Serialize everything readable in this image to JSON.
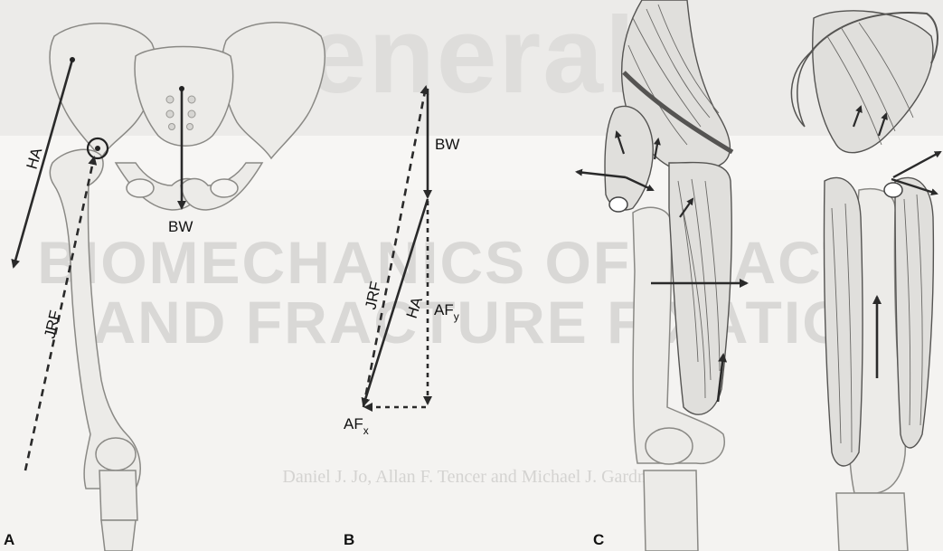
{
  "watermark": {
    "title_fragment": "eneral",
    "heading_line1": "BIOMECHANICS OF FRACTU",
    "heading_line2": "AND FRACTURE FIXATIO",
    "authors": "Daniel J. Jo, Allan F. Tencer and Michael J. Gardner"
  },
  "panels": {
    "a": {
      "letter": "A",
      "labels": {
        "ha": "HA",
        "jrf": "JRF",
        "bw": "BW"
      }
    },
    "b": {
      "letter": "B",
      "labels": {
        "bw": "BW",
        "jrf": "JRF",
        "ha": "HA",
        "af_y": "AF",
        "af_y_sub": "y",
        "af_x": "AF",
        "af_x_sub": "x"
      }
    },
    "c": {
      "letter": "C"
    }
  },
  "colors": {
    "background": "#f4f3f1",
    "bone_fill": "#ecebe8",
    "bone_stroke": "#8a8985",
    "arrow": "#2a2a2a",
    "muscle_line": "#555452"
  }
}
